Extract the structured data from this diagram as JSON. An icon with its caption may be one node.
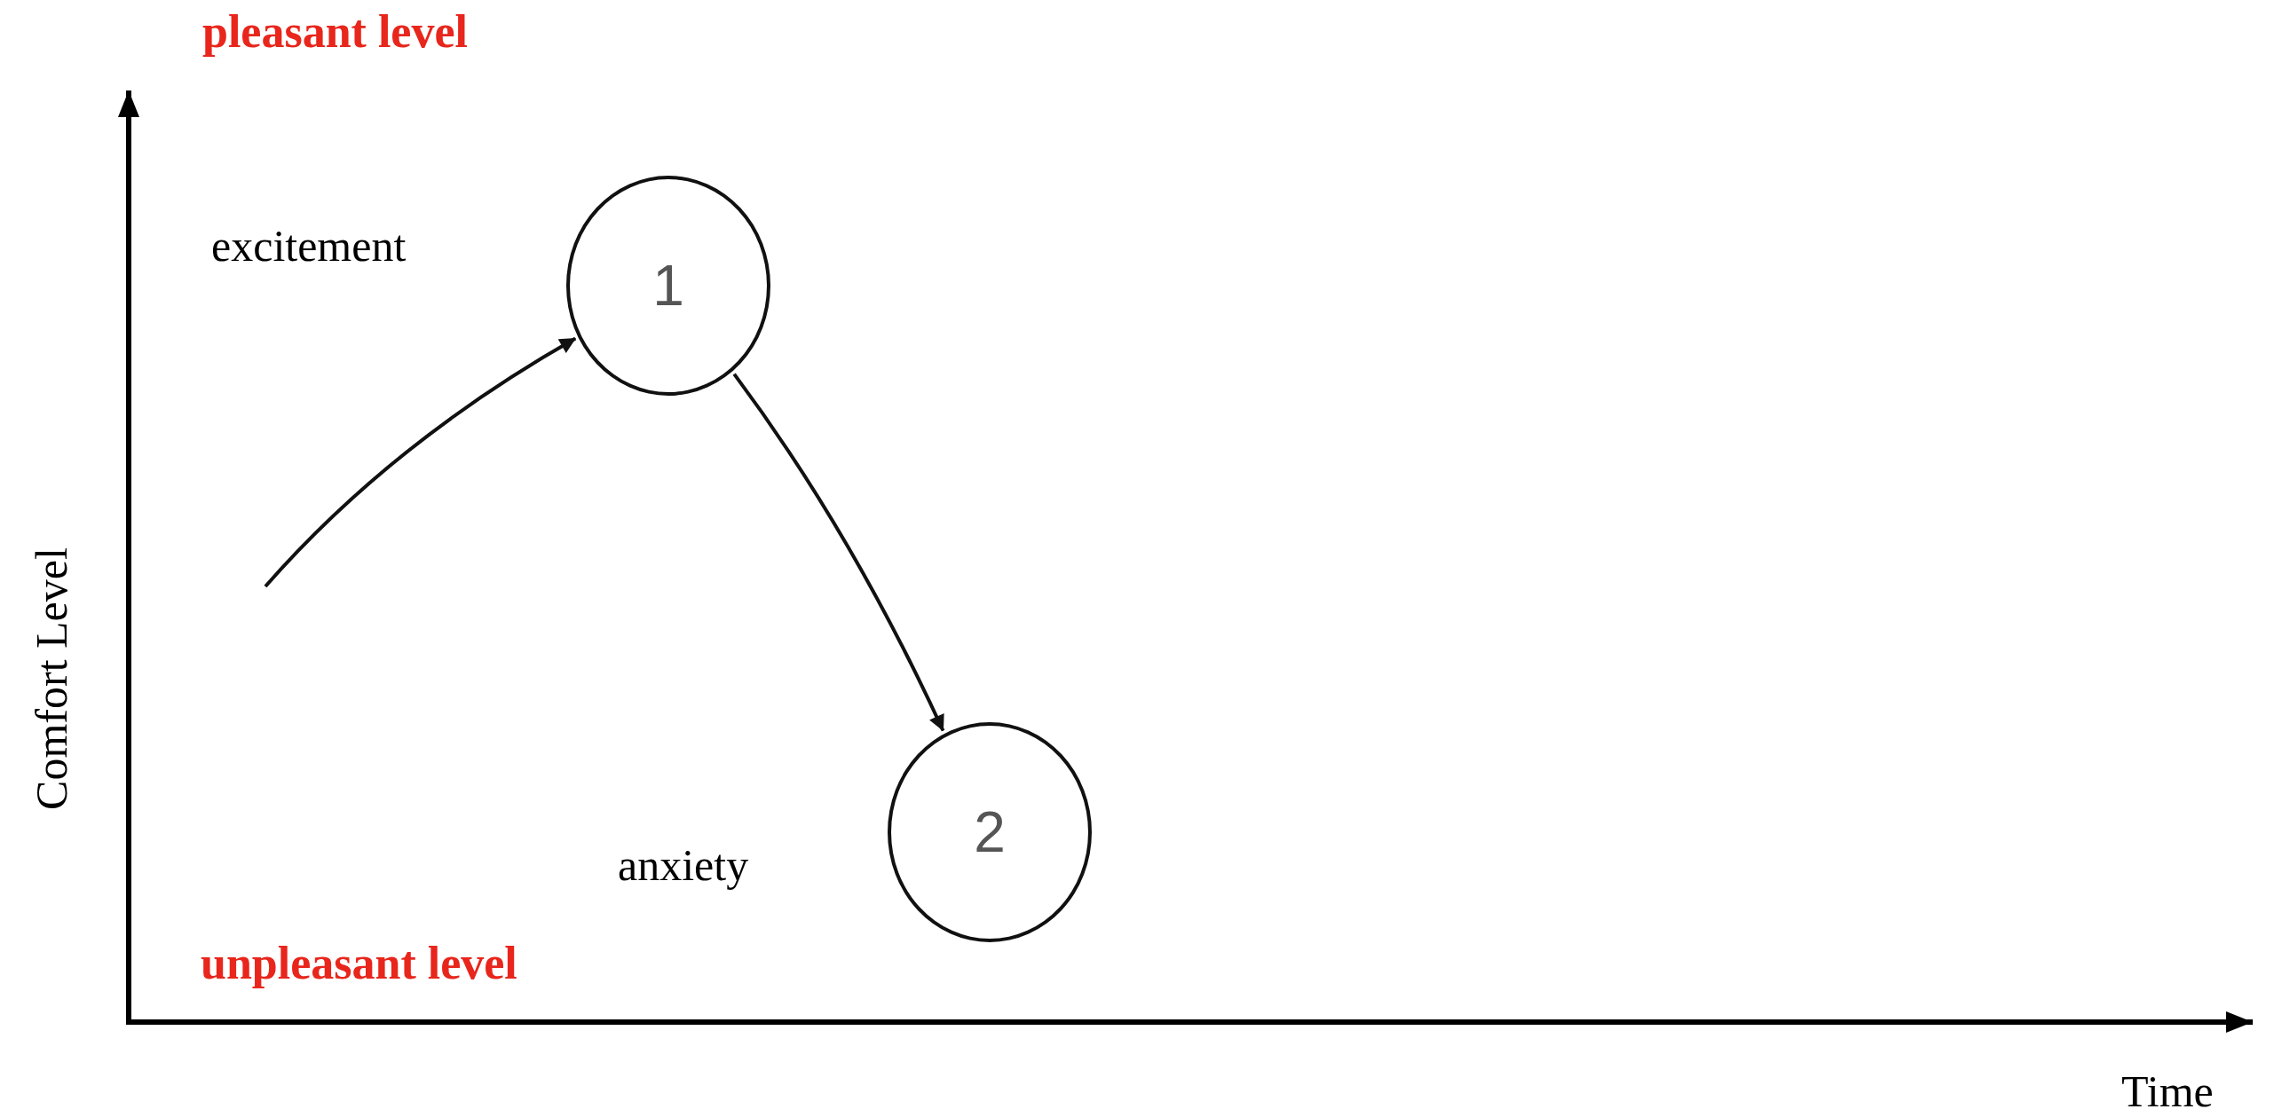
{
  "diagram": {
    "nodes": [
      {
        "text": [
          "1"
        ],
        "beside": [
          "excitement"
        ]
      },
      {
        "text": [
          "2"
        ],
        "beside": [
          "anxiety"
        ]
      }
    ],
    "edges": [
      {
        "from": null,
        "to": 0,
        "arrow": "to"
      },
      {
        "from": 0,
        "to": 1,
        "arrow": "to"
      }
    ],
    "labels": [
      "pleasant level",
      "Comfort Level",
      "unpleasant level",
      "Time"
    ]
  }
}
